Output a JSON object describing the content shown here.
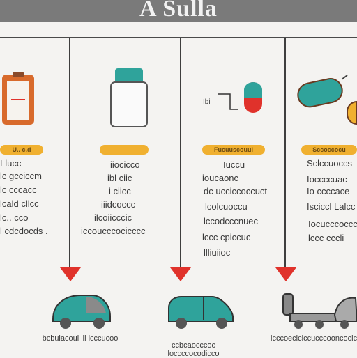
{
  "header": {
    "title": "A Sulla"
  },
  "columns": [
    {
      "badge": "U.. c.d",
      "lines": [
        "Llucc",
        "lc gcciccm",
        "lc cccacc",
        "lcald cllcc",
        "lc.. cco",
        "l cdcdocds ."
      ]
    },
    {
      "badge": "",
      "lines": [
        "iiocicco",
        "ibl ciic",
        "i ciicc",
        "iiidcoccc",
        "ilcoiicccic",
        "iccoucccocicccc"
      ]
    },
    {
      "badge": "Fucuuscouul",
      "lines": [
        "Iuccu",
        "ioucaonc",
        "dc ucciccoccuct",
        "lcolcuoccu",
        "lccodcccnuec",
        "lccc cpiccuc",
        "llliuiioc"
      ],
      "label": "Ibi"
    },
    {
      "badge": "Sccoccocu",
      "lines": [
        "Sclccuoccs",
        "Ioccccuac",
        "Io ccccace",
        "Isciccl Lalcc",
        "Iocucccoccc",
        "lccc cccli"
      ]
    }
  ],
  "captions": [
    "bcbuiacoul lii lcccucoo",
    "ccbcaocccoc loccccocodicco",
    "lcccoeciclccucccooncocicco"
  ],
  "colors": {
    "teal": "#2fa39b",
    "orange": "#d86a2c",
    "red": "#e0322b",
    "amber": "#f0b030",
    "gray": "#7a7a7a"
  }
}
